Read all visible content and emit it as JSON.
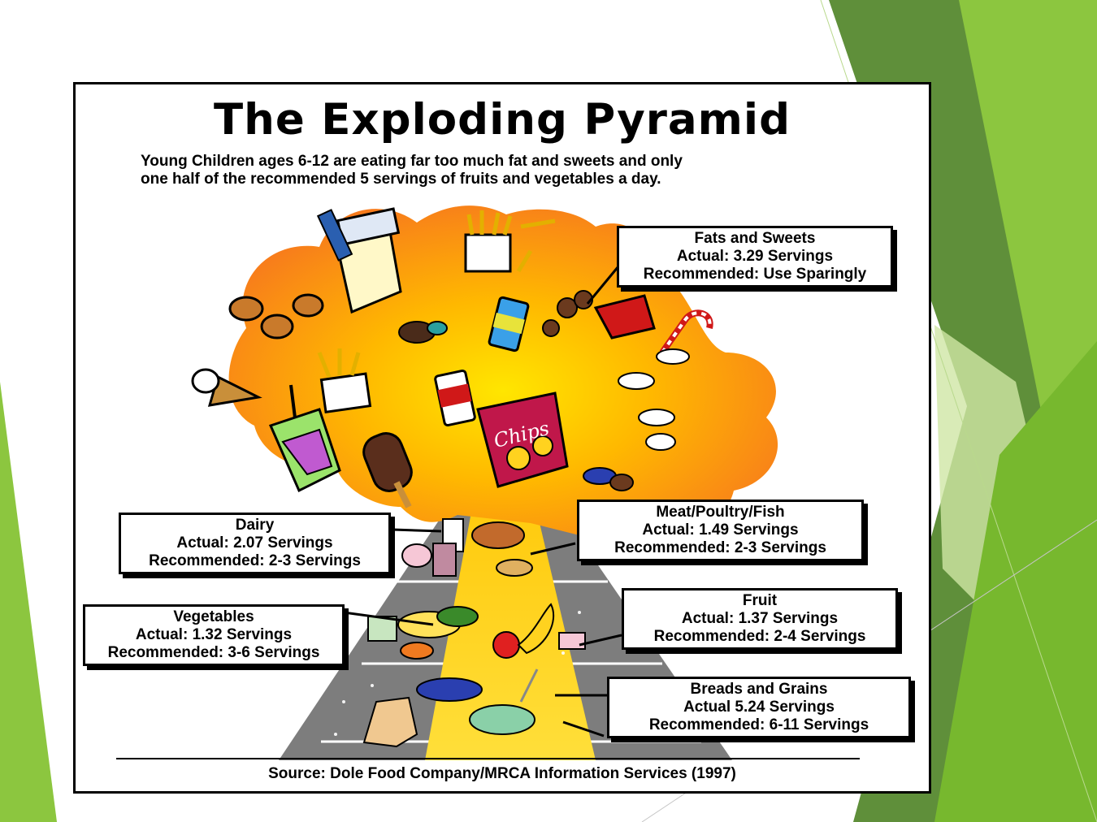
{
  "title": "The Exploding Pyramid",
  "subtitle": {
    "line1": "Young Children ages 6-12 are eating far too much fat and sweets and only",
    "line2": "one half of the recommended 5 servings of fruits and vegetables a day."
  },
  "groups": {
    "fats_sweets": {
      "name": "Fats and Sweets",
      "actual": "Actual: 3.29 Servings",
      "recommended": "Recommended: Use Sparingly"
    },
    "dairy": {
      "name": "Dairy",
      "actual": "Actual: 2.07 Servings",
      "recommended": "Recommended: 2-3 Servings"
    },
    "meat": {
      "name": "Meat/Poultry/Fish",
      "actual": "Actual: 1.49 Servings",
      "recommended": "Recommended: 2-3 Servings"
    },
    "vegetables": {
      "name": "Vegetables",
      "actual": "Actual: 1.32 Servings",
      "recommended": "Recommended: 3-6 Servings"
    },
    "fruit": {
      "name": "Fruit",
      "actual": "Actual: 1.37 Servings",
      "recommended": "Recommended: 2-4 Servings"
    },
    "breads": {
      "name": "Breads and Grains",
      "actual": "Actual 5.24 Servings",
      "recommended": "Recommended: 6-11 Servings"
    }
  },
  "food_labels": {
    "chips": "Chips"
  },
  "source": "Source: Dole Food Company/MRCA Information Services (1997)",
  "colors": {
    "slide_green_dark": "#5f8f3a",
    "slide_green_light": "#8cc63f",
    "explosion_orange": "#f7941d",
    "explosion_yellow": "#ffd200",
    "pyramid_gray": "#7d7d7d"
  }
}
